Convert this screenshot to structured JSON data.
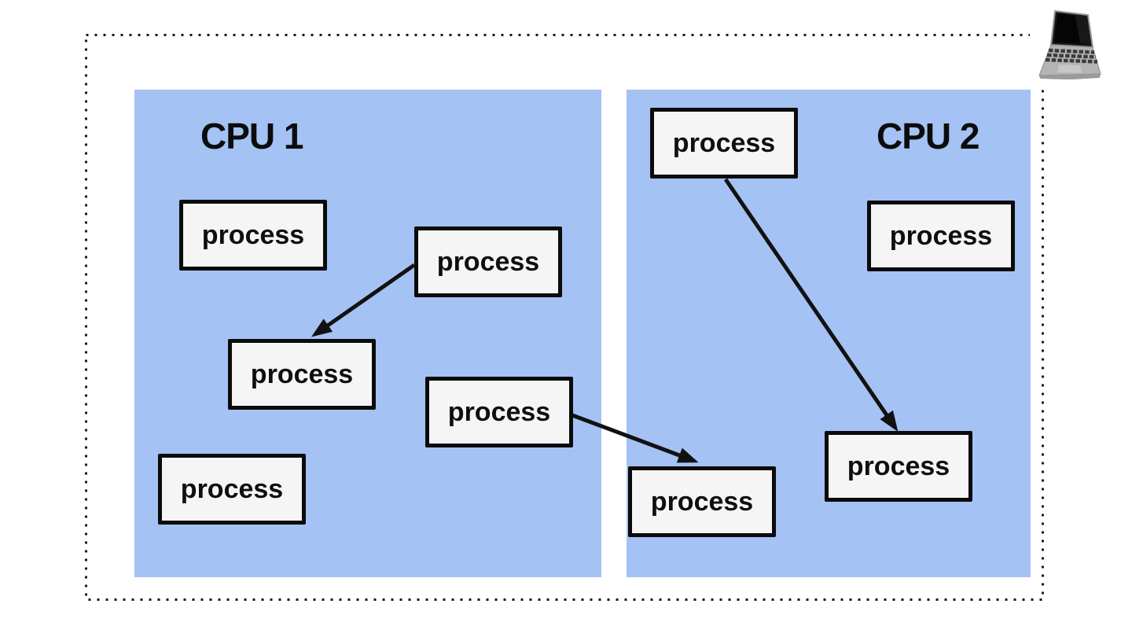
{
  "diagram_type": "multiprocessor-scheduling",
  "cpus": [
    {
      "title": "CPU 1",
      "processes": [
        "process",
        "process",
        "process",
        "process",
        "process"
      ]
    },
    {
      "title": "CPU 2",
      "processes": [
        "process",
        "process",
        "process",
        "process"
      ]
    }
  ],
  "connections": [
    {
      "from": "cpu1-process-2",
      "to": "cpu1-process-3"
    },
    {
      "from": "cpu1-process-4",
      "to": "cpu2-process-3"
    },
    {
      "from": "cpu2-process-1",
      "to": "cpu2-process-4"
    }
  ],
  "icons": {
    "laptop": "laptop-icon"
  },
  "colors": {
    "cpu_fill": "#a4c2f4",
    "process_fill": "#f5f5f5",
    "stroke": "#111111",
    "page_bg": "#ffffff"
  }
}
